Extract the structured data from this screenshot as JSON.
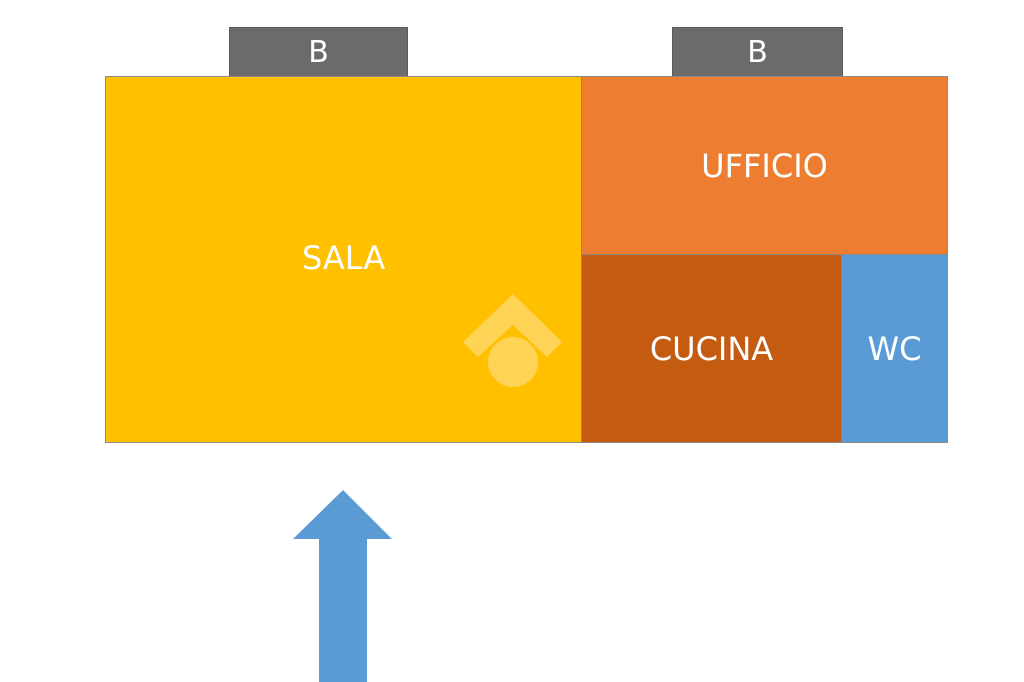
{
  "rooms": {
    "sala": {
      "label": "SALA",
      "color": "#FFC000"
    },
    "ufficio": {
      "label": "UFFICIO",
      "color": "#ED7D31"
    },
    "cucina": {
      "label": "CUCINA",
      "color": "#C55A11"
    },
    "wc": {
      "label": "WC",
      "color": "#5B9BD5"
    }
  },
  "balconies": [
    {
      "label": "B"
    },
    {
      "label": "B"
    }
  ],
  "entrance_arrow": {
    "color": "#5B9BD5",
    "icon": "arrow-up-icon"
  },
  "watermark": {
    "icon": "house-logo-icon"
  }
}
